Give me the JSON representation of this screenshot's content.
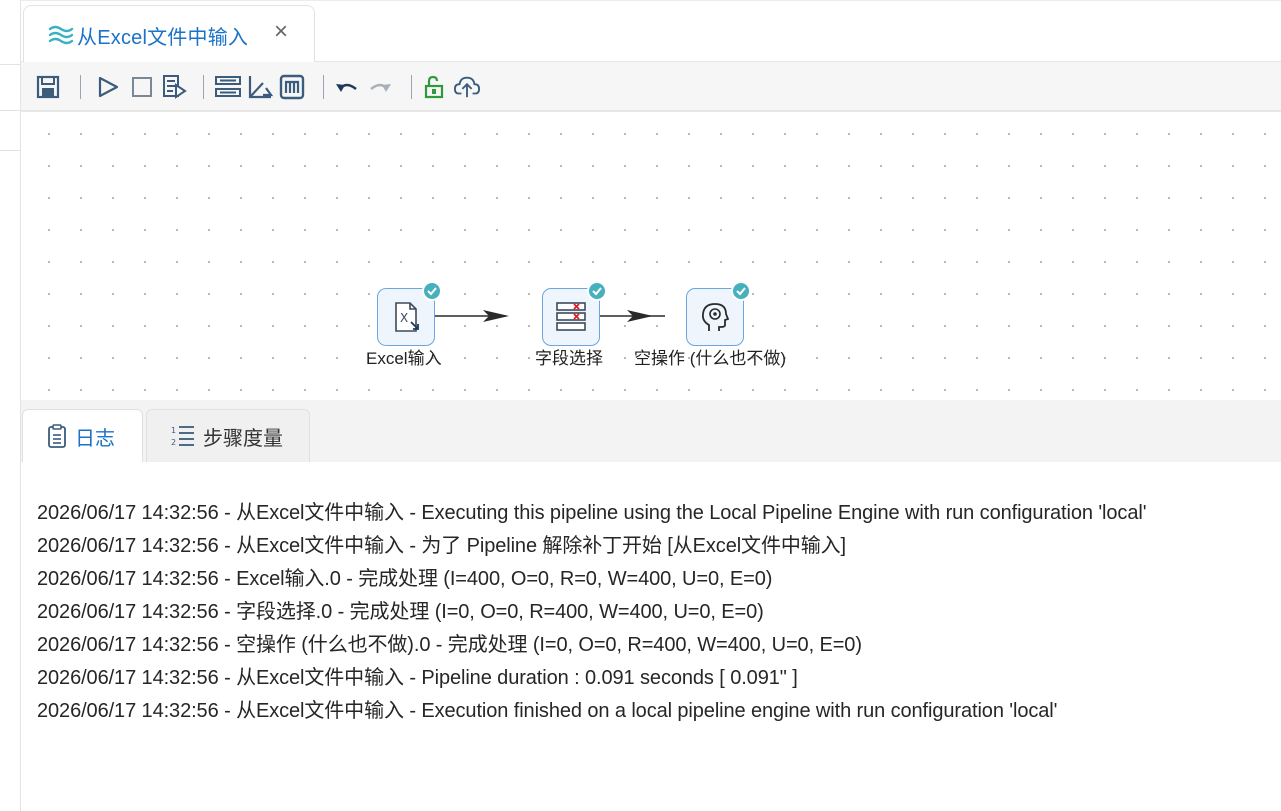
{
  "tab": {
    "title": "从Excel文件中输入",
    "icon": "layers-icon",
    "close": "×"
  },
  "toolbar": {
    "items": [
      "save-icon",
      "run-icon",
      "stop-icon",
      "preview-icon",
      "align-icon",
      "chart-icon",
      "metadata-icon",
      "undo-icon",
      "redo-icon",
      "unlock-icon",
      "upload-icon"
    ]
  },
  "pipeline": {
    "nodes": [
      {
        "label": "Excel输入",
        "icon": "excel-input-icon",
        "status": "success"
      },
      {
        "label": "字段选择",
        "icon": "select-fields-icon",
        "status": "success"
      },
      {
        "label": "空操作 (什么也不做)",
        "icon": "dummy-head-icon",
        "status": "success"
      }
    ]
  },
  "bottom_tabs": [
    {
      "label": "日志",
      "icon": "log-icon",
      "active": true
    },
    {
      "label": "步骤度量",
      "icon": "numbered-list-icon",
      "active": false
    }
  ],
  "log": {
    "lines": [
      "2026/06/17 14:32:56 - 从Excel文件中输入 - Executing this pipeline using the Local Pipeline Engine with run configuration 'local'",
      "2026/06/17 14:32:56 - 从Excel文件中输入 - 为了 Pipeline 解除补丁开始 [从Excel文件中输入]",
      "2026/06/17 14:32:56 - Excel输入.0 - 完成处理 (I=400, O=0, R=0, W=400, U=0, E=0)",
      "2026/06/17 14:32:56 - 字段选择.0 - 完成处理 (I=0, O=0, R=400, W=400, U=0, E=0)",
      "2026/06/17 14:32:56 - 空操作 (什么也不做).0 - 完成处理 (I=0, O=0, R=400, W=400, U=0, E=0)",
      "2026/06/17 14:32:56 - 从Excel文件中输入 - Pipeline duration : 0.091 seconds [  0.091\" ]",
      "2026/06/17 14:32:56 - 从Excel文件中输入 - Execution finished on a local pipeline engine with run configuration 'local'"
    ]
  },
  "colors": {
    "accent": "#1a73c8",
    "node_border": "#6ba6de",
    "success": "#46b1bd",
    "toolbar_icon": "#3b5c7d",
    "unlock": "#2f9a3c"
  }
}
